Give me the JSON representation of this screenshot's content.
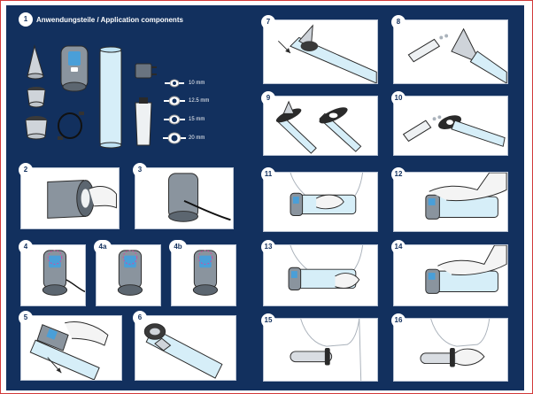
{
  "header": {
    "step": "1",
    "title": "Anwendungsteile / Application components"
  },
  "components": {
    "sizes": [
      "10 mm",
      "12.5 mm",
      "15 mm",
      "20 mm"
    ]
  },
  "steps": [
    {
      "key": "s2",
      "label": "2"
    },
    {
      "key": "s3",
      "label": "3"
    },
    {
      "key": "s4",
      "label": "4"
    },
    {
      "key": "s4a",
      "label": "4a"
    },
    {
      "key": "s4b",
      "label": "4b"
    },
    {
      "key": "s5",
      "label": "5"
    },
    {
      "key": "s6",
      "label": "6"
    },
    {
      "key": "s7",
      "label": "7"
    },
    {
      "key": "s8",
      "label": "8"
    },
    {
      "key": "s9",
      "label": "9"
    },
    {
      "key": "s10",
      "label": "10"
    },
    {
      "key": "s11",
      "label": "11"
    },
    {
      "key": "s12",
      "label": "12"
    },
    {
      "key": "s13",
      "label": "13"
    },
    {
      "key": "s14",
      "label": "14"
    },
    {
      "key": "s15",
      "label": "15"
    },
    {
      "key": "s16",
      "label": "16"
    }
  ],
  "colors": {
    "background": "#12305e",
    "panel": "#ffffff",
    "tube": "#d6eef8",
    "device": "#7d8791",
    "display": "#4a9fd8",
    "highlight": "#d04da0",
    "frame": "#d23a3a"
  }
}
